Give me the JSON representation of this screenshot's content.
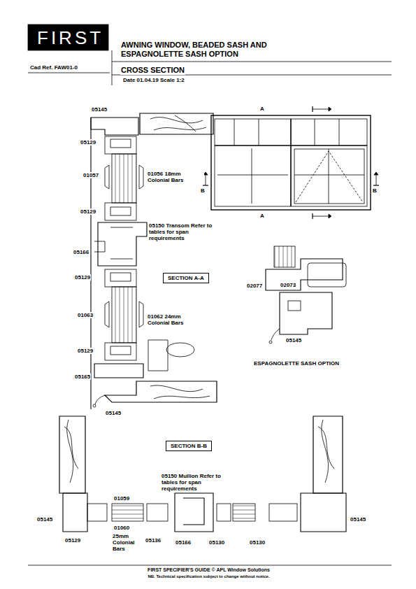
{
  "diagram": {
    "title": "AWNING WINDOW, BEADED SASH AND ESPAGNOLETTE SASH OPTION",
    "nodes": [
      {
        "text": [
          "SECTION A-A"
        ]
      },
      {
        "text": [
          "SECTION B-B"
        ]
      }
    ],
    "labels": [
      "FIRST",
      "Cad Ref. FAW01-0",
      "CROSS SECTION",
      "Date 01.04.19",
      "Scale 1:2",
      "A",
      "A",
      "B",
      "B",
      "05145",
      "05129",
      "01057",
      "01056 18mm Colonial Bars",
      "05129",
      "05150 Transom Refer to tables for span requirements",
      "05166",
      "05129",
      "01063",
      "01062 24mm Colonial Bars",
      "05129",
      "05165",
      "05145",
      "02077",
      "02073",
      "05145",
      "ESPAGNOLETTE SASH OPTION",
      "05150 Mullion Refer to tables for span requirements",
      "05145",
      "01059",
      "05129",
      "01060",
      "25mm Colonial Bars",
      "05136",
      "05166",
      "05130",
      "05130",
      "05145",
      "FIRST SPECIFIER'S GUIDE © APL Window Solutions",
      "NB. Technical specification subject to change without notice."
    ]
  }
}
